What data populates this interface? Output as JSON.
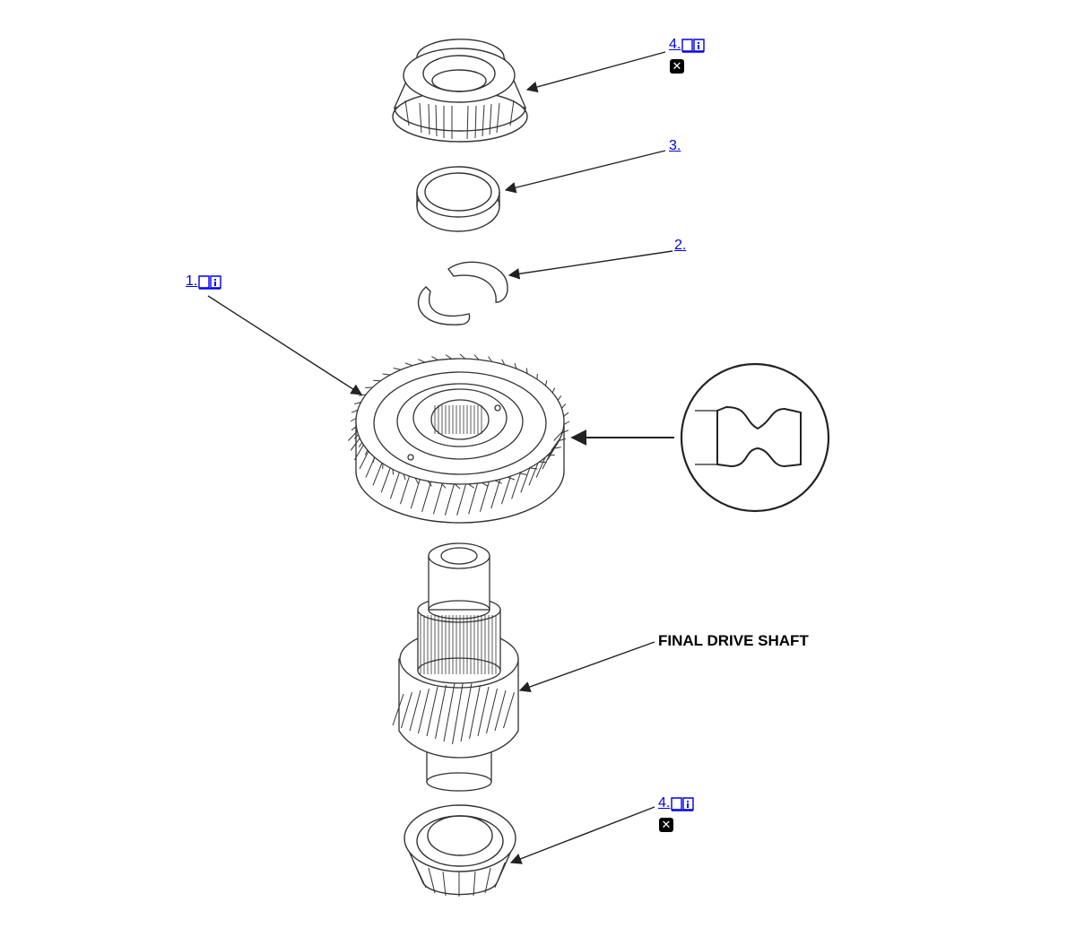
{
  "callouts": {
    "bearing_top": {
      "number": "4.",
      "has_info_icon": true,
      "has_x_icon": true,
      "x_glyph": "✕"
    },
    "spacer_ring": {
      "number": "3."
    },
    "cotters": {
      "number": "2."
    },
    "gear": {
      "number": "1.",
      "has_info_icon": true
    },
    "final_drive_shaft": {
      "label": "FINAL DRIVE SHAFT"
    },
    "bearing_bottom": {
      "number": "4.",
      "has_info_icon": true,
      "has_x_icon": true,
      "x_glyph": "✕"
    }
  },
  "icons": {
    "info": "book-info-icon",
    "remove": "x-icon"
  },
  "colors": {
    "link": "#0000ee",
    "line": "#222222",
    "fill": "#ffffff"
  }
}
